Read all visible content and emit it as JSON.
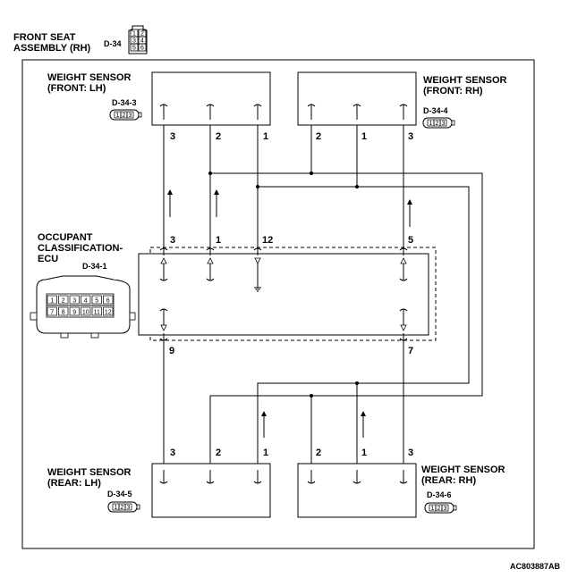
{
  "assembly": {
    "title_line1": "FRONT SEAT",
    "title_line2": "ASSEMBLY (RH)",
    "connector": "D-34",
    "pins": [
      "1",
      "2",
      "3",
      "4",
      "5",
      "6"
    ]
  },
  "sensors": {
    "front_lh": {
      "line1": "WEIGHT SENSOR",
      "line2": "(FRONT: LH)",
      "connector": "D-34-3",
      "pins": [
        "3",
        "2",
        "1"
      ]
    },
    "front_rh": {
      "line1": "WEIGHT SENSOR",
      "line2": "(FRONT: RH)",
      "connector": "D-34-4",
      "pins": [
        "2",
        "1",
        "3"
      ]
    },
    "rear_lh": {
      "line1": "WEIGHT SENSOR",
      "line2": "(REAR: LH)",
      "connector": "D-34-5",
      "pins": [
        "3",
        "2",
        "1"
      ]
    },
    "rear_rh": {
      "line1": "WEIGHT SENSOR",
      "line2": "(REAR: RH)",
      "connector": "D-34-6",
      "pins": [
        "2",
        "1",
        "3"
      ]
    }
  },
  "sensor_connector_pins": [
    "1",
    "2",
    "3"
  ],
  "ecu": {
    "line1": "OCCUPANT",
    "line2": "CLASSIFICATION-",
    "line3": "ECU",
    "connector": "D-34-1",
    "top_pins": [
      "3",
      "1",
      "12",
      "5"
    ],
    "bottom_pins": [
      "9",
      "7"
    ],
    "connector_pins_row1": [
      "1",
      "2",
      "3",
      "4",
      "5",
      "6"
    ],
    "connector_pins_row2": [
      "7",
      "8",
      "9",
      "10",
      "11",
      "12"
    ]
  },
  "figure_id": "AC803887AB"
}
